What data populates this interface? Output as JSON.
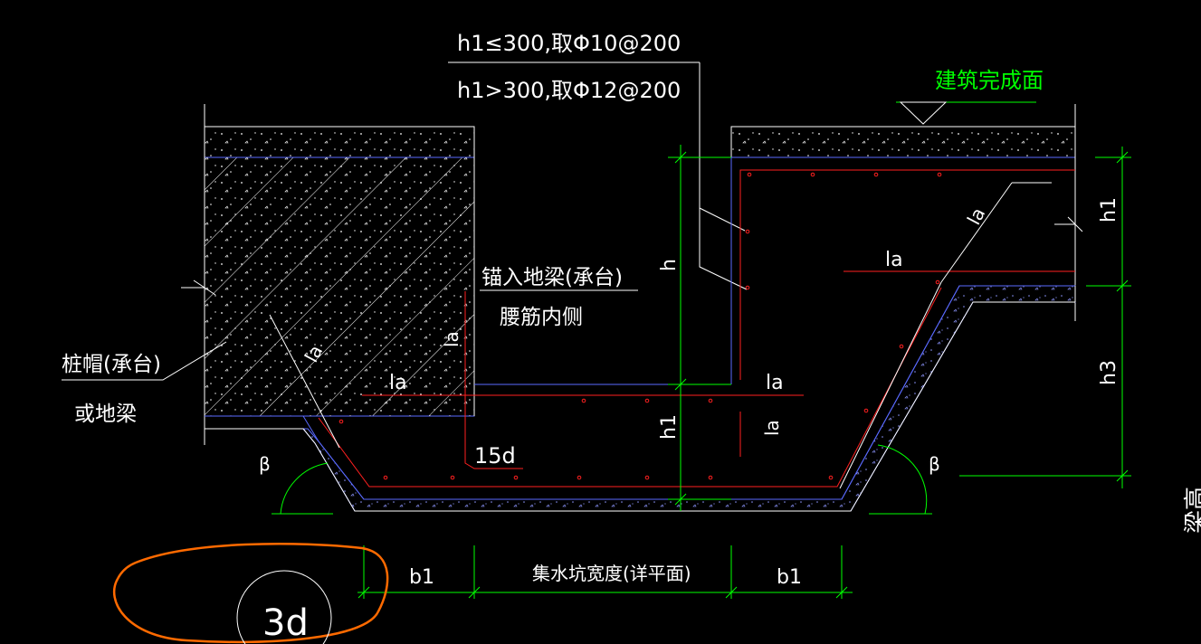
{
  "colors": {
    "background": "#000000",
    "line_white": "#ffffff",
    "line_green": "#00ff00",
    "rebar_red": "#ff2020",
    "concrete_blue": "#5a6aff",
    "annotation_orange": "#ff6a00"
  },
  "texts": {
    "note_line1": "h1≤300,取Φ10@200",
    "note_line2": "h1>300,取Φ12@200",
    "finish_label": "建筑完成面",
    "anchor_label1": "锚入地梁(承台)",
    "anchor_label2": "腰筋内侧",
    "pile_cap_label1": "桩帽(承台)",
    "pile_cap_label2": "或地梁",
    "la_label": "la",
    "hook_label": "15d",
    "beta_label": "β",
    "dim_h": "h",
    "dim_h1": "h1",
    "dim_h3": "h3",
    "dim_b1": "b1",
    "dim_pit_width": "集水坑宽度(详平面)",
    "detail_id": "3d",
    "edge_text": "梁高"
  },
  "icons": {
    "finish_marker": "triangle-level-marker-icon",
    "break_mark": "zigzag-break-icon",
    "detail_bubble": "circle-detail-icon"
  }
}
